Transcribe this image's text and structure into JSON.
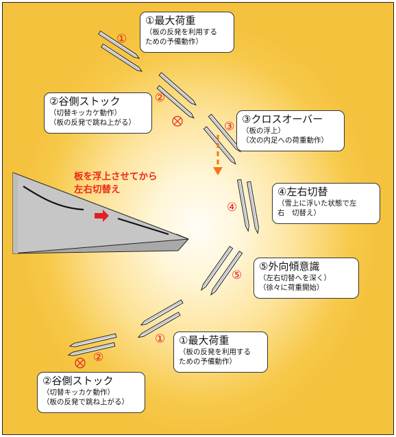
{
  "callouts": {
    "c1_top": {
      "title": "①最大荷重",
      "lines": [
        "（板の反発を利用する",
        "ための予備動作）"
      ]
    },
    "c2_top": {
      "title": "②谷側ストック",
      "lines": [
        "（切替キッカケ動作）",
        "（板の反発で跳ね上がる）"
      ]
    },
    "c3": {
      "title": "③クロスオーバー",
      "lines": [
        "（板の浮上）",
        "（次の内足への荷重動作）"
      ]
    },
    "c4": {
      "title": "④左右切替",
      "lines": [
        "（雪上に浮いた状態で左",
        "右　切替え）"
      ]
    },
    "c5": {
      "title": "⑤外向傾意識",
      "lines": [
        "（左右切替へを深く）",
        "（徐々に荷重開始）"
      ]
    },
    "c1_bottom": {
      "title": "①最大荷重",
      "lines": [
        "（板の反発を利用する",
        "ための予備動作）"
      ]
    },
    "c2_bottom": {
      "title": "②谷側ストック",
      "lines": [
        "（切替キッカケ動作）",
        "（板の反発で跳ね上がる）"
      ]
    }
  },
  "markers": {
    "n1_top": "①",
    "n2_top": "②",
    "n3": "③",
    "n4": "④",
    "n5": "⑤",
    "n1_bottom": "①",
    "n2_bottom": "②"
  },
  "note": {
    "line1": "板を浮上させてから",
    "line2": "左右切替え"
  },
  "colors": {
    "background_edge": "#f5c23e",
    "background_center": "#fffdf6",
    "marker_red": "#e02020",
    "dashed_arrow": "#f07818",
    "slope_gray": "#c8c8c8"
  }
}
